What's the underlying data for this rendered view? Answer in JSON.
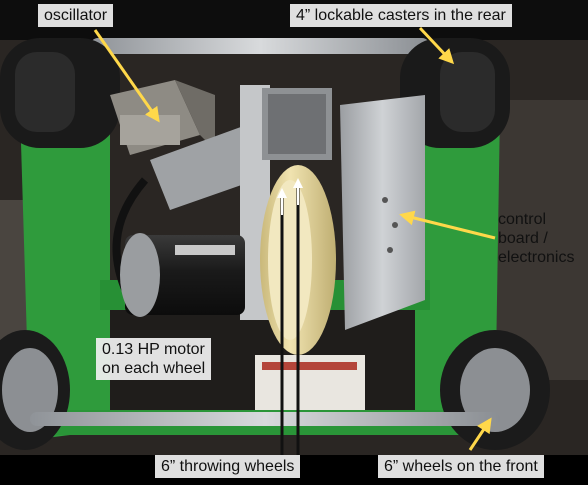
{
  "figure": {
    "description": "Photo of a machine's underside/interior with callout labels",
    "labels": {
      "oscillator": "oscillator",
      "casters": "4” lockable casters in the rear",
      "control_line1": "control",
      "control_line2": "board /",
      "control_line3": "electronics",
      "motor_line1": "0.13 HP motor",
      "motor_line2": "on each wheel",
      "throwing_wheels": "6” throwing wheels",
      "front_wheels": "6” wheels on the front"
    },
    "colors": {
      "frame_green": "#2f9b3c",
      "arrow_yellow": "#ffd84a",
      "throwing_wheel": "#e8d9a0",
      "motor_black": "#1c1c1c",
      "metal": "#b9bcbf"
    }
  }
}
